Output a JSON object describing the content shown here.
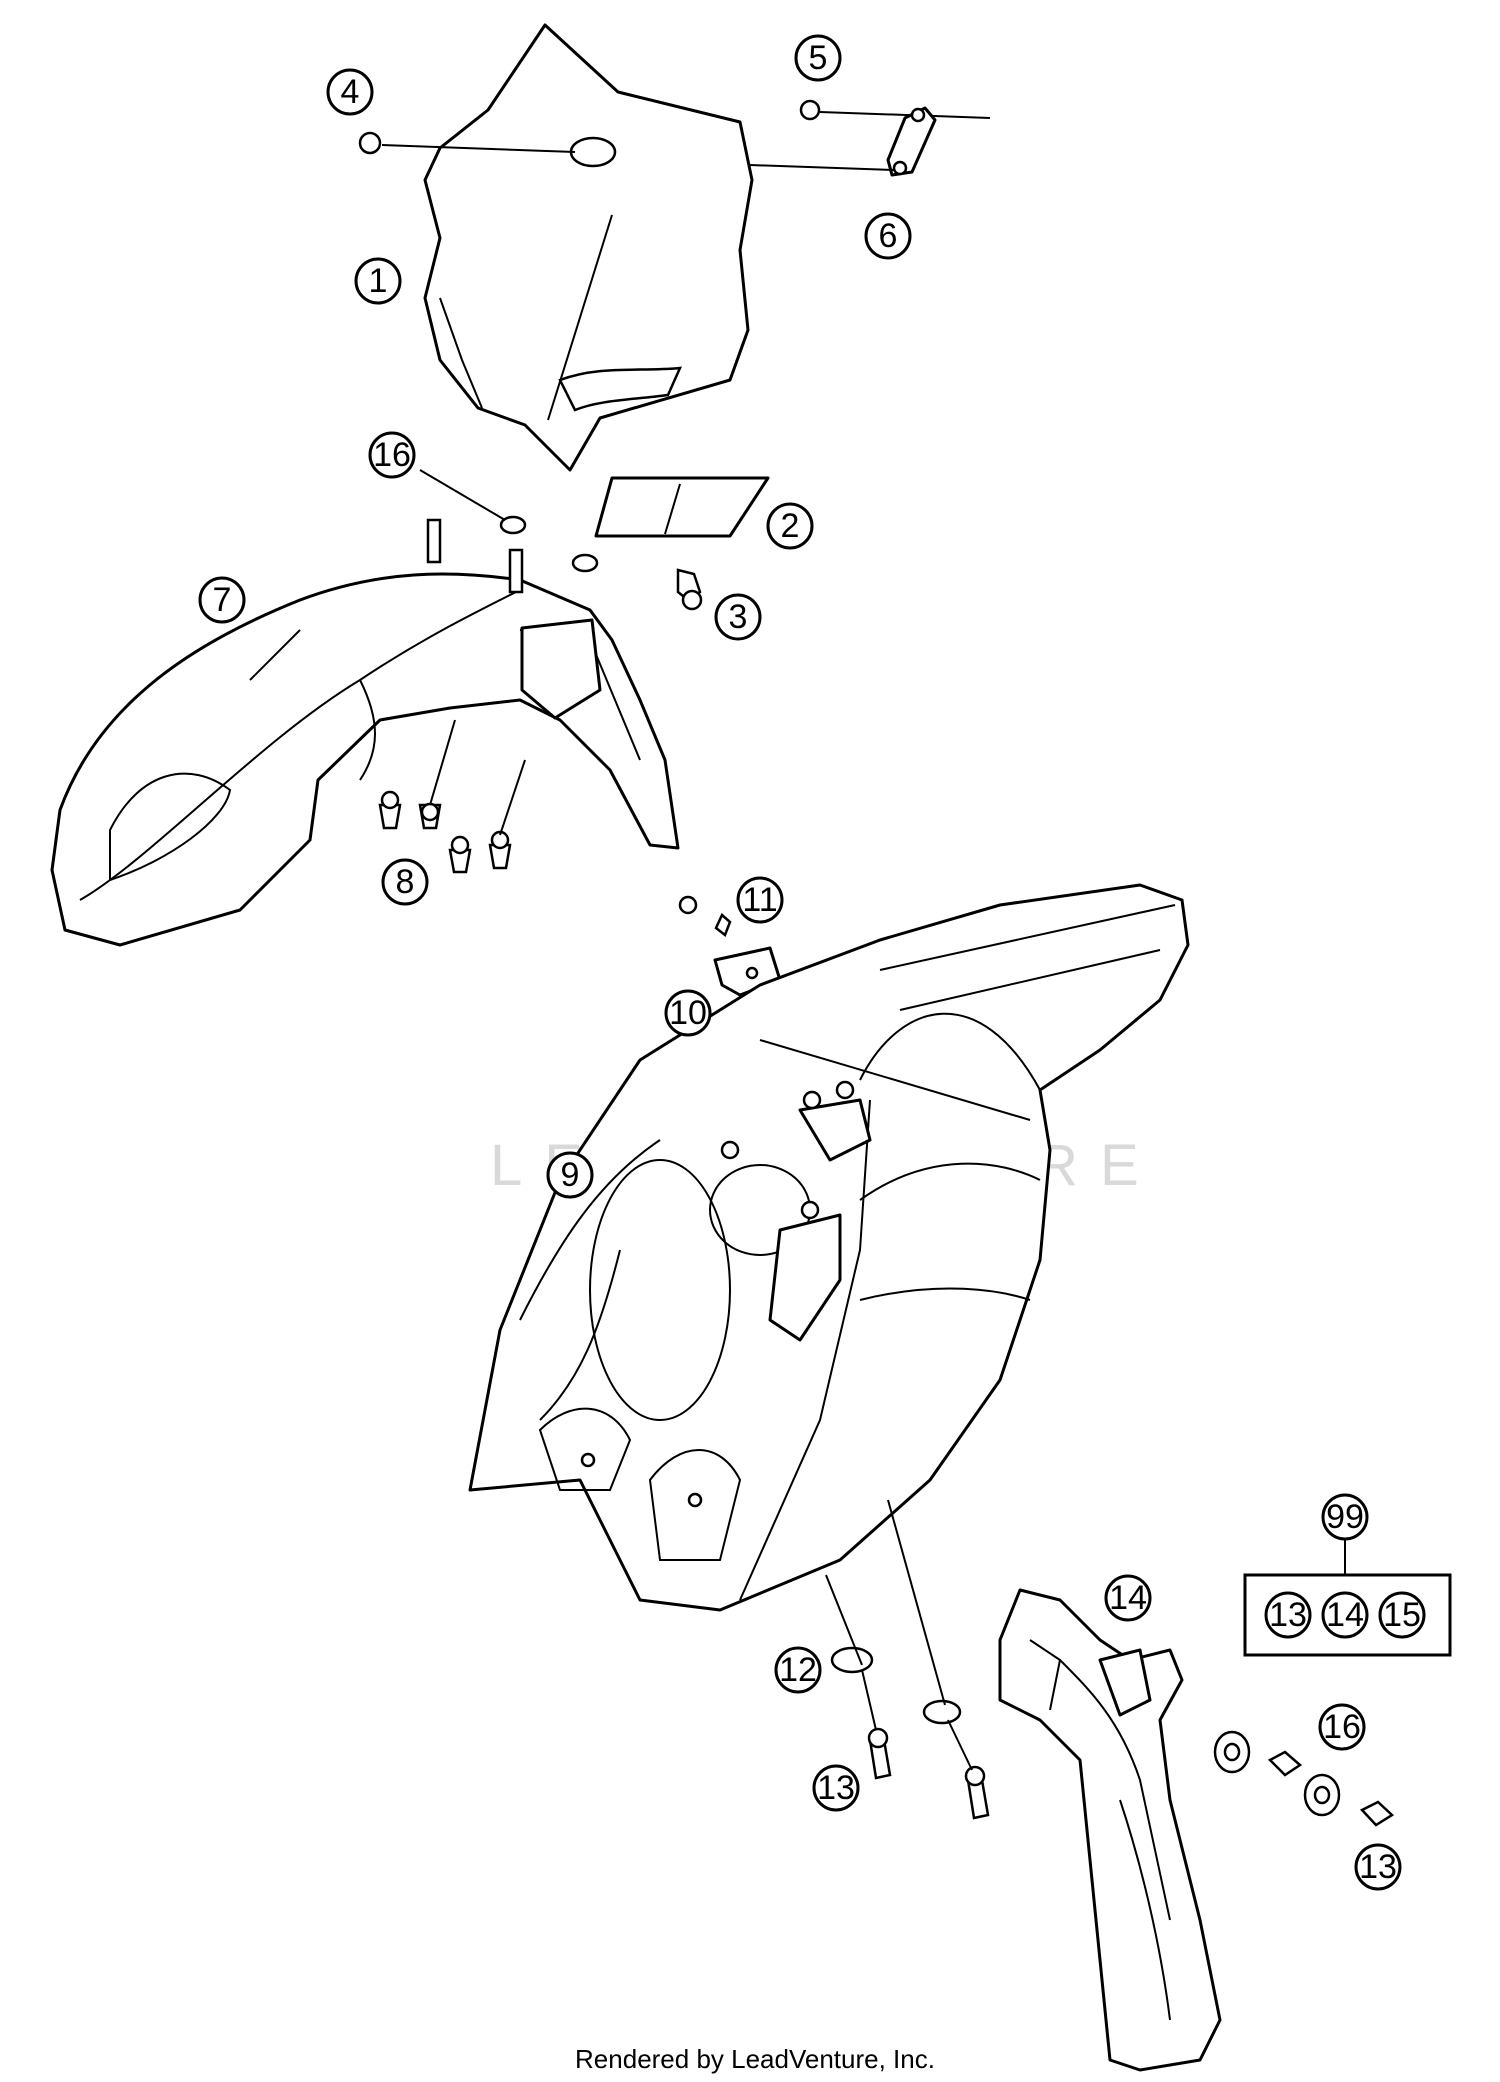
{
  "callouts": {
    "c1": "1",
    "c2": "2",
    "c3": "3",
    "c4": "4",
    "c5": "5",
    "c6": "6",
    "c7": "7",
    "c8": "8",
    "c9": "9",
    "c10": "10",
    "c11": "11",
    "c12": "12",
    "c13a": "13",
    "c13b": "13",
    "c14": "14",
    "c16a": "16",
    "c16b": "16",
    "c99": "99",
    "kit13": "13",
    "kit14": "14",
    "kit15": "15"
  },
  "watermark": "LEADVENTURE",
  "footer": {
    "credit": "Rendered by LeadVenture, Inc."
  }
}
